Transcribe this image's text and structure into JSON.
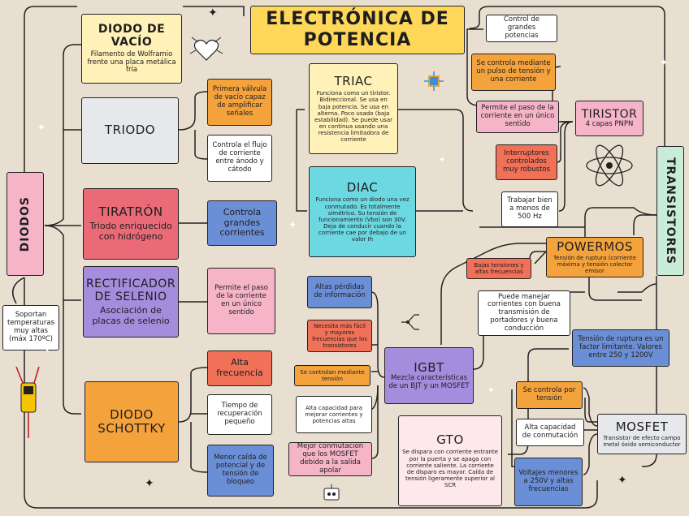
{
  "title": "ELECTRÓNICA DE POTENCIA",
  "colors": {
    "background": "#e9dfd1",
    "yellow": "#ffd85a",
    "light_yellow": "#fff1b8",
    "pink": "#f6b4c8",
    "red": "#ea6a78",
    "purple": "#a58cdd",
    "blue": "#6b8fd6",
    "lavender": "#c7cbe8",
    "orange": "#f4a23c",
    "coral": "#f07058",
    "cyan": "#6cd8e2",
    "mint": "#c9ecd8",
    "white": "#ffffff",
    "grey": "#e6e8ec"
  },
  "diodos": {
    "label": "DIODOS",
    "note": "Soportan temperaturas muy altas (máx 170ºC)",
    "vacio": {
      "title": "DIODO DE VACÍO",
      "desc": "Filamento de Wolframio frente una placa metálica fría"
    },
    "triodo": {
      "title": "TRIODO",
      "detail1": "Primera válvula de vacío capaz de amplificar señales",
      "detail2": "Controla el flujo de corriente entre ánodo y cátodo"
    },
    "tiratron": {
      "title": "TIRATRÓN",
      "desc": "Triodo enriquecido con hidrógeno",
      "detail": "Controla grandes corrientes"
    },
    "selenio": {
      "title": "RECTIFICADOR DE SELENIO",
      "desc": "Asociación de placas de selenio",
      "detail": "Permite el paso de la corriente en un único sentido"
    },
    "schottky": {
      "title": "DIODO SCHOTTKY",
      "detail1": "Alta frecuencia",
      "detail2": "Tiempo de recuperación pequeño",
      "detail3": "Menor caída de potencial y de tensión de bloqueo"
    }
  },
  "triac": {
    "title": "TRIAC",
    "desc": "Funciona como un tiristor. Bidireccional. Se usa en baja potencia. Se usa en alterna. Poco usado (baja estabilidad). Se puede usar en continua usando una resistencia limitadora de corriente"
  },
  "diac": {
    "title": "DIAC",
    "desc": "Funciona como un diodo una vez conmutado. Es totalmente simétrico. Su tensión de funcionamiento (Vbo) son 30V. Deja de conducir cuando la corriente cae por debajo de un valor Ih"
  },
  "tiristor": {
    "title": "TIRISTOR",
    "subtitle": "4 capas PNPN",
    "detail1": "Control de grandes potencias",
    "detail2": "Se controla mediante un pulso de tensión y una corriente",
    "detail3": "Permite el paso de la corriente en un único sentido",
    "detail4": "Interruptores controlados muy robustos",
    "detail5": "Trabajar bien a menos de 500 Hz"
  },
  "transistores": {
    "label": "TRANSISTORES"
  },
  "powermos": {
    "title": "POWERMOS",
    "desc": "Tensión de ruptura (corriente máxima y tensión colector emisor",
    "side": "Bajas tensiones y altas frecuencias",
    "detail1": "Puede manejar corrientes con buena transmisión de portadores y buena conducción",
    "detail2": "Tensión de ruptura es un factor limitante. Valores entre 250 y 1200V"
  },
  "igbt": {
    "title": "IGBT",
    "desc": "Mezcla características de un BJT y un MOSFET",
    "detail1": "Altas pérdidas de información",
    "detail2": "Necesita más fácil y mayores frecuencias que los transistores",
    "detail3": "Se controlan mediante tensión",
    "detail4": "Alta capacidad para mejorar corrientes y potencias altas",
    "detail5": "Mejor conmutación que los MOSFET debido a la salida apolar"
  },
  "gto": {
    "title": "GTO",
    "desc": "Se dispara con corriente entrante por la puerta y se apaga con corriente saliente. La corriente de disparo es mayor. Caída de tensión ligeramente superior al SCR"
  },
  "mosfet": {
    "title": "MOSFET",
    "desc": "Transistor de efecto campo metal óxido semiconductor",
    "detail1": "Se controla por tensión",
    "detail2": "Alta capacidad de conmutación",
    "detail3": "Voltajes menores a 250V y altas frecuencias"
  }
}
